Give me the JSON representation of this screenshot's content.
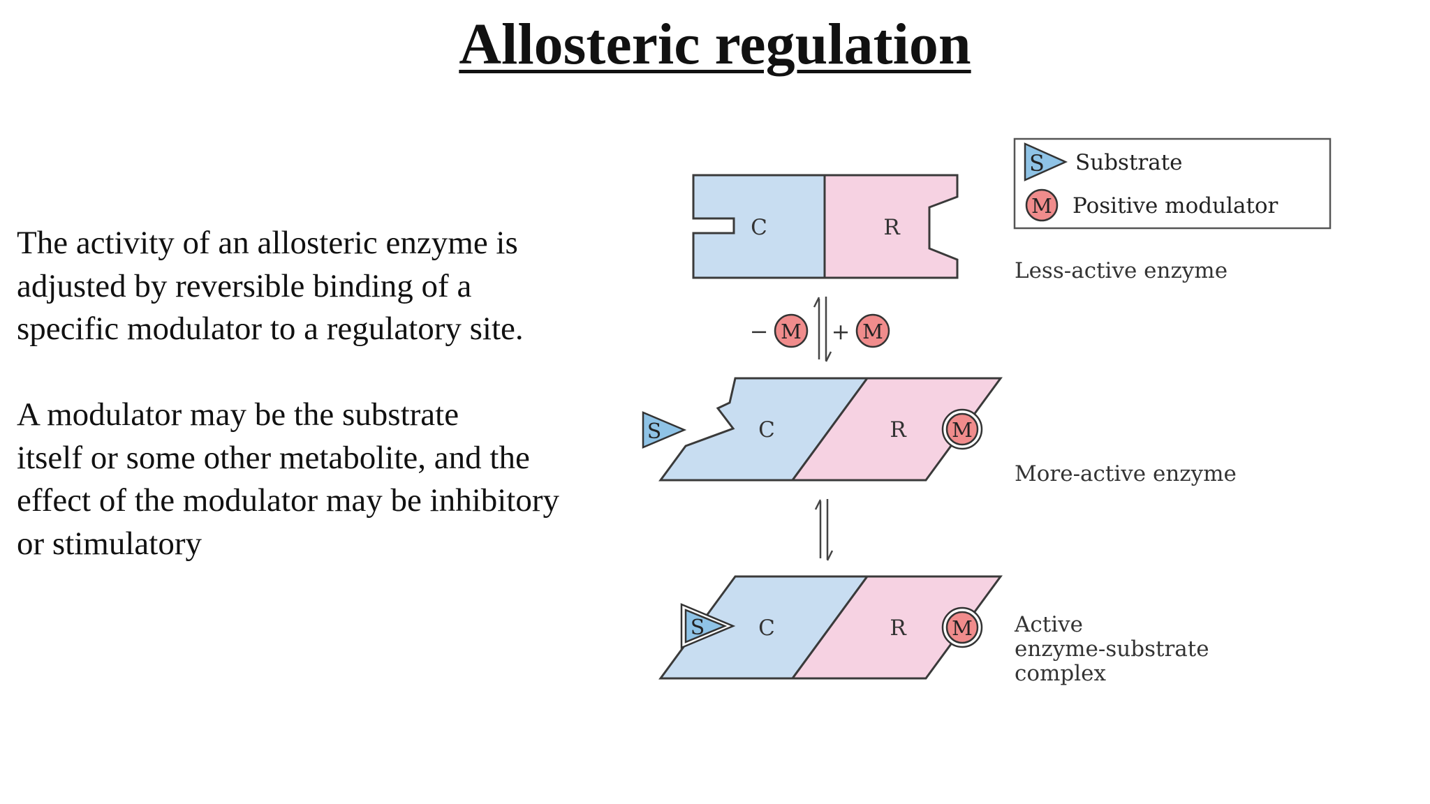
{
  "title": "Allosteric regulation",
  "paragraphs": [
    "The activity of an allosteric enzyme is\nadjusted by reversible binding of a\nspecific modulator to a regulatory site.",
    " A modulator may be the substrate\nitself or some other metabolite, and the\neffect of the modulator may be inhibitory\nor stimulatory"
  ],
  "diagram": {
    "legend": {
      "substrate_symbol": "S",
      "substrate_label": "Substrate",
      "modulator_symbol": "M",
      "modulator_label": "Positive modulator"
    },
    "subunit_catalytic": "C",
    "subunit_regulatory": "R",
    "states": [
      "Less-active enzyme",
      "More-active enzyme",
      "Active\nenzyme-substrate\ncomplex"
    ],
    "equilibrium_labels": {
      "minus": "−",
      "plus": "+",
      "symbol": "M"
    },
    "colors": {
      "catalytic_fill": "#c8ddf1",
      "regulatory_fill": "#f6d2e2",
      "substrate_fill": "#8fc3e6",
      "modulator_fill": "#f08c8c",
      "outline": "#3a3a3a"
    }
  }
}
